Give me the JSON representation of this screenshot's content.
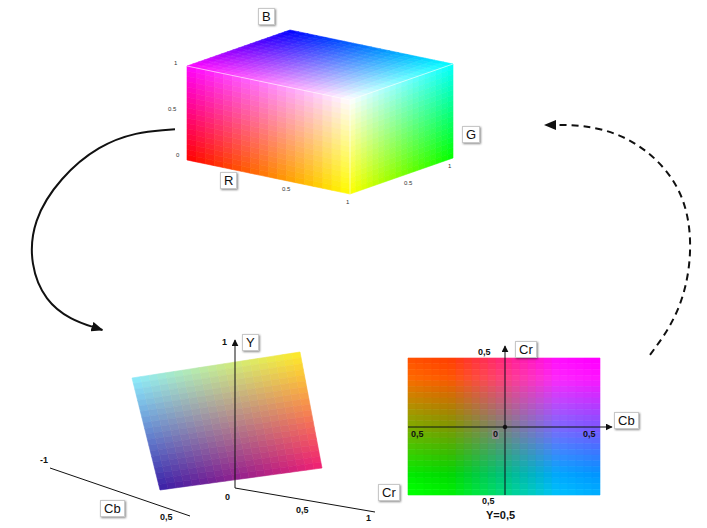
{
  "diagram": {
    "nodes": [
      {
        "text": [
          "B",
          "G",
          "R",
          "1",
          "0.5",
          "0",
          "0.5",
          "1",
          "0.5",
          "1"
        ]
      },
      {
        "text": [
          "Y",
          "1",
          "-1",
          "Cb",
          "0,5",
          "0",
          "0,5",
          "Cr",
          "1"
        ]
      },
      {
        "text": [
          "Cr",
          "0,5",
          "Cb",
          "0,5",
          "0",
          "0,5",
          "0,5",
          "Y=0,5"
        ]
      }
    ],
    "edges": [
      {
        "from": 0,
        "to": 1,
        "arrow": "to"
      },
      {
        "from": 2,
        "to": 0,
        "arrow": "to"
      }
    ]
  }
}
